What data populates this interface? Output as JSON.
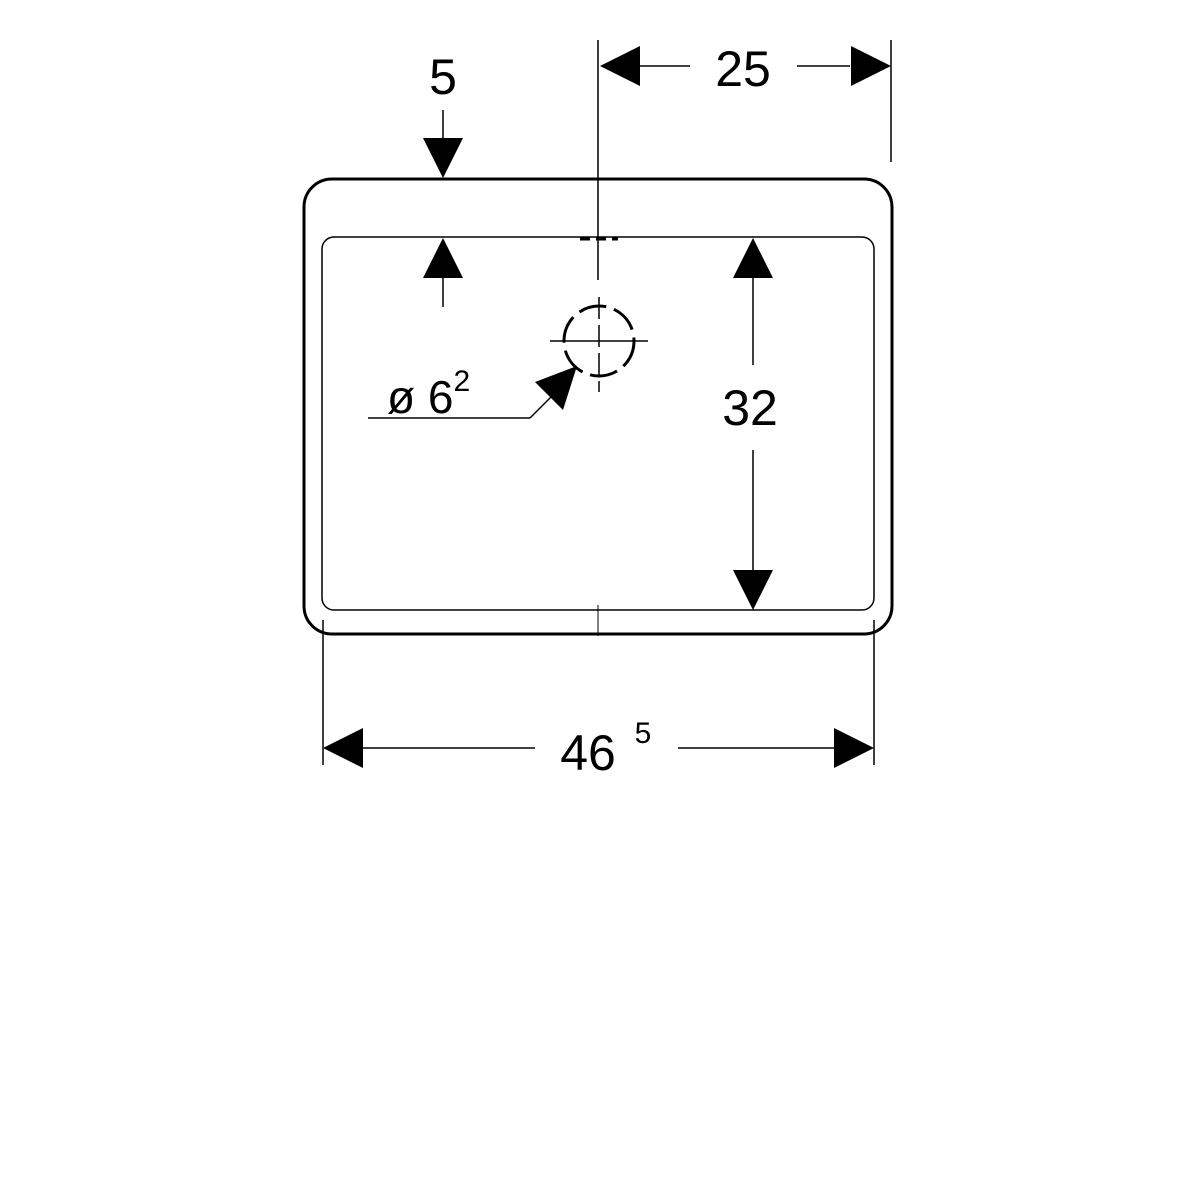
{
  "dimensions": {
    "rim_width": "5",
    "drain_offset": "25",
    "depth": "32",
    "drain_diameter_prefix": "ø 6",
    "drain_diameter_sup": "2",
    "width_main": "46",
    "width_sup": "5"
  },
  "colors": {
    "line": "#000000",
    "background": "#ffffff"
  }
}
